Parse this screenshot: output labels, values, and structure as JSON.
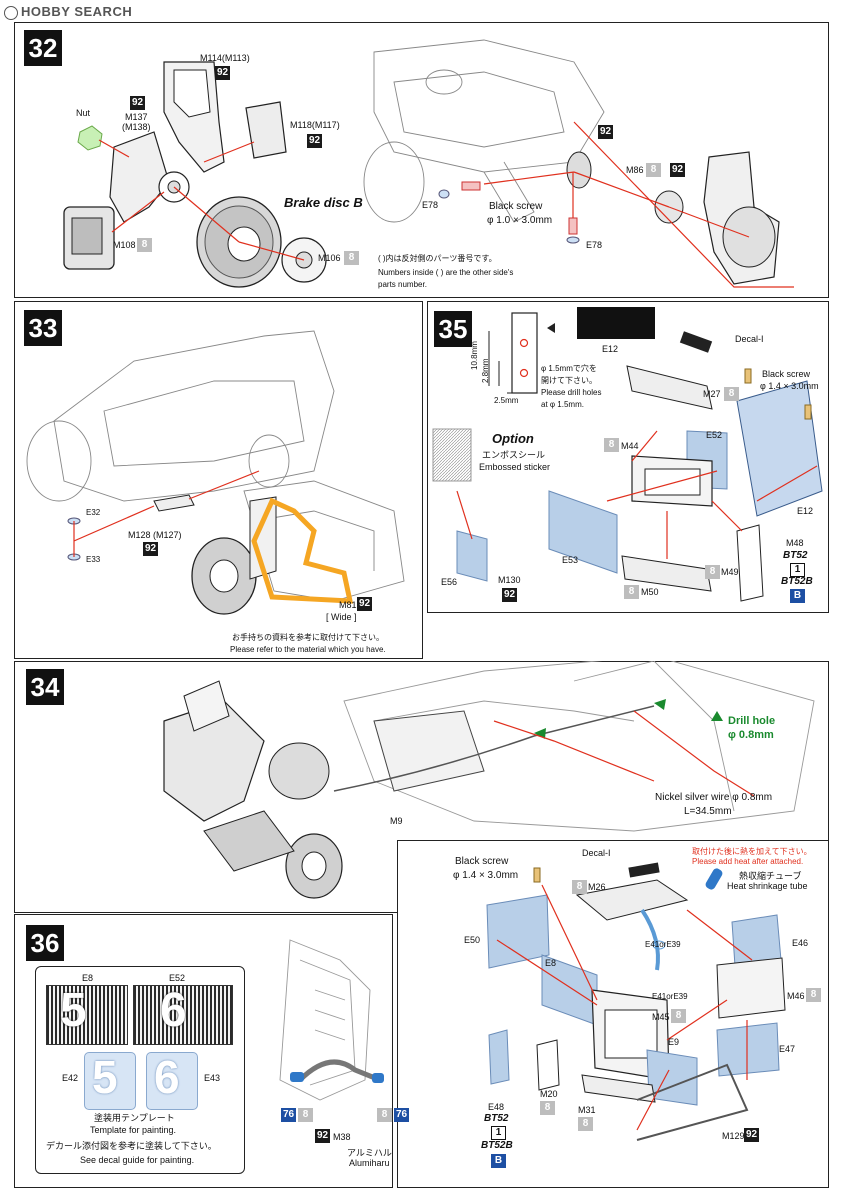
{
  "header": {
    "logo": "HOBBY SEARCH"
  },
  "steps": {
    "s32": {
      "number": "32",
      "labels": {
        "m114": "M114(M113)",
        "m137": "M137",
        "m138": "(M138)",
        "m118": "M118(M117)",
        "nut": "Nut",
        "m108": "M108",
        "m106": "M106",
        "brake_disc": "Brake disc B",
        "e78a": "E78",
        "e78b": "E78",
        "black_screw": "Black screw",
        "screw_size": "φ 1.0 × 3.0mm",
        "m86": "M86"
      },
      "badges": {
        "b92a": "92",
        "b92b": "92",
        "b92c": "92",
        "b8a": "8",
        "b8b": "8",
        "b92d": "92",
        "b92e": "92",
        "b8c": "8"
      },
      "note_jp": "( )内は反対側のパーツ番号です。",
      "note_en1": "Numbers inside ( ) are the other side's",
      "note_en2": "parts number."
    },
    "s33": {
      "number": "33",
      "labels": {
        "e32": "E32",
        "e33": "E33",
        "m128": "M128 (M127)",
        "m81": "M81",
        "wide": "[ Wide ]"
      },
      "badges": {
        "b92a": "92",
        "b92b": "92"
      },
      "note_jp": "お手持ちの資料を参考に取付けて下さい。",
      "note_en": "Please refer to the material which you have."
    },
    "s35": {
      "number": "35",
      "labels": {
        "e12a": "E12",
        "dim_108": "10.8mm",
        "dim_28": "2.8mm",
        "dim_25": "2.5mm",
        "drill_jp1": "φ 1.5mmで穴を",
        "drill_jp2": "開けて下さい。",
        "drill_en1": "Please drill holes",
        "drill_en2": "at φ 1.5mm.",
        "decal": "Decal-I",
        "black_screw": "Black screw",
        "screw_size": "φ 1.4 × 3.0mm",
        "m27": "M27",
        "option": "Option",
        "emboss_jp": "エンボスシール",
        "emboss_en": "Embossed sticker",
        "m44": "M44",
        "e52": "E52",
        "e12b": "E12",
        "m48": "M48",
        "bt52": "BT52",
        "bt52b": "BT52B",
        "e56": "E56",
        "m130": "M130",
        "e53": "E53",
        "m49": "M49",
        "m50": "M50"
      },
      "badges": {
        "b8a": "8",
        "b8b": "8",
        "b8c": "8",
        "b8d": "8",
        "b92": "92",
        "box1": "1",
        "blueB": "B"
      }
    },
    "s34": {
      "number": "34",
      "labels": {
        "drill_hole": "Drill hole",
        "drill_size": "φ 0.8mm",
        "wire": "Nickel silver wire  φ 0.8mm",
        "length": "L=34.5mm",
        "m9": "M9"
      }
    },
    "s36": {
      "number": "36",
      "labels": {
        "e8": "E8",
        "e52": "E52",
        "e42": "E42",
        "e43": "E43",
        "num_left": "5",
        "num_right": "6",
        "tmpl_jp": "塗装用テンプレート",
        "tmpl_en": "Template for painting.",
        "decal_jp": "デカール添付図を参考に塗装して下さい。",
        "decal_en": "See decal guide for painting.",
        "m38": "M38",
        "alumi_jp": "アルミハル",
        "alumi_en": "Alumiharu"
      },
      "badges": {
        "b76a": "76",
        "b8a": "8",
        "b8b": "8",
        "b76b": "76",
        "b92": "92"
      }
    },
    "s37": {
      "labels": {
        "black_screw": "Black screw",
        "screw_size": "φ 1.4 × 3.0mm",
        "decal": "Decal-I",
        "heat_jp": "取付けた後に熱を加えて下さい。",
        "heat_en": "Please add heat after attached.",
        "tube_jp": "熱収縮チューブ",
        "tube_en": "Heat shrinkage tube",
        "m26": "M26",
        "e50": "E50",
        "e8": "E8",
        "e41a": "E41orE39",
        "e41b": "E41orE39",
        "e46": "E46",
        "m46": "M46",
        "m45": "M45",
        "e9": "E9",
        "e47": "E47",
        "e48": "E48",
        "bt52": "BT52",
        "bt52b": "BT52B",
        "m20": "M20",
        "m31": "M31",
        "m129": "M129"
      },
      "badges": {
        "b8a": "8",
        "b8b": "8",
        "b8c": "8",
        "b8d": "8",
        "b8e": "8",
        "b92": "92",
        "box1": "1",
        "blueB": "B"
      }
    }
  }
}
